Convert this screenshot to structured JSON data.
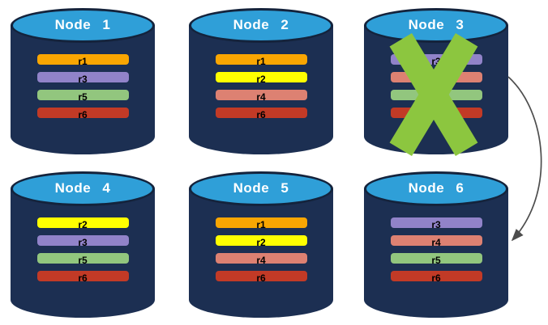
{
  "nodes": [
    {
      "title": "Node 1",
      "failed": false,
      "replicas": [
        {
          "label": "r1",
          "color": "#F9A602"
        },
        {
          "label": "r3",
          "color": "#9183C9"
        },
        {
          "label": "r5",
          "color": "#92C67E"
        },
        {
          "label": "r6",
          "color": "#C23A26"
        }
      ]
    },
    {
      "title": "Node 2",
      "failed": false,
      "replicas": [
        {
          "label": "r1",
          "color": "#F9A602"
        },
        {
          "label": "r2",
          "color": "#FFFF00"
        },
        {
          "label": "r4",
          "color": "#DD8172"
        },
        {
          "label": "r6",
          "color": "#C23A26"
        }
      ]
    },
    {
      "title": "Node 3",
      "failed": true,
      "replicas": [
        {
          "label": "r3",
          "color": "#9183C9"
        },
        {
          "label": "",
          "color": "#DD8172"
        },
        {
          "label": "",
          "color": "#92C67E"
        },
        {
          "label": "",
          "color": "#C23A26"
        }
      ]
    },
    {
      "title": "Node 4",
      "failed": false,
      "replicas": [
        {
          "label": "r2",
          "color": "#FFFF00"
        },
        {
          "label": "r3",
          "color": "#9183C9"
        },
        {
          "label": "r5",
          "color": "#92C67E"
        },
        {
          "label": "r6",
          "color": "#C23A26"
        }
      ]
    },
    {
      "title": "Node 5",
      "failed": false,
      "replicas": [
        {
          "label": "r1",
          "color": "#F9A602"
        },
        {
          "label": "r2",
          "color": "#FFFF00"
        },
        {
          "label": "r4",
          "color": "#DD8172"
        },
        {
          "label": "r6",
          "color": "#C23A26"
        }
      ]
    },
    {
      "title": "Node 6",
      "failed": false,
      "replicas": [
        {
          "label": "r3",
          "color": "#9183C9"
        },
        {
          "label": "r4",
          "color": "#DD8172"
        },
        {
          "label": "r5",
          "color": "#92C67E"
        },
        {
          "label": "r6",
          "color": "#C23A26"
        }
      ]
    }
  ],
  "failure_marker": {
    "node": "Node 3",
    "color": "#8CC63F"
  },
  "arrow": {
    "from": "Node 3",
    "to": "Node 6",
    "color": "#4D4D4D"
  },
  "palette": {
    "background": "#FFFFFF",
    "cylinder_body": "#1C2F52",
    "cylinder_top": "#2F9FD8",
    "cylinder_outline": "#14233C",
    "title_text": "#FFFFFF",
    "replica_text": "#000000"
  }
}
